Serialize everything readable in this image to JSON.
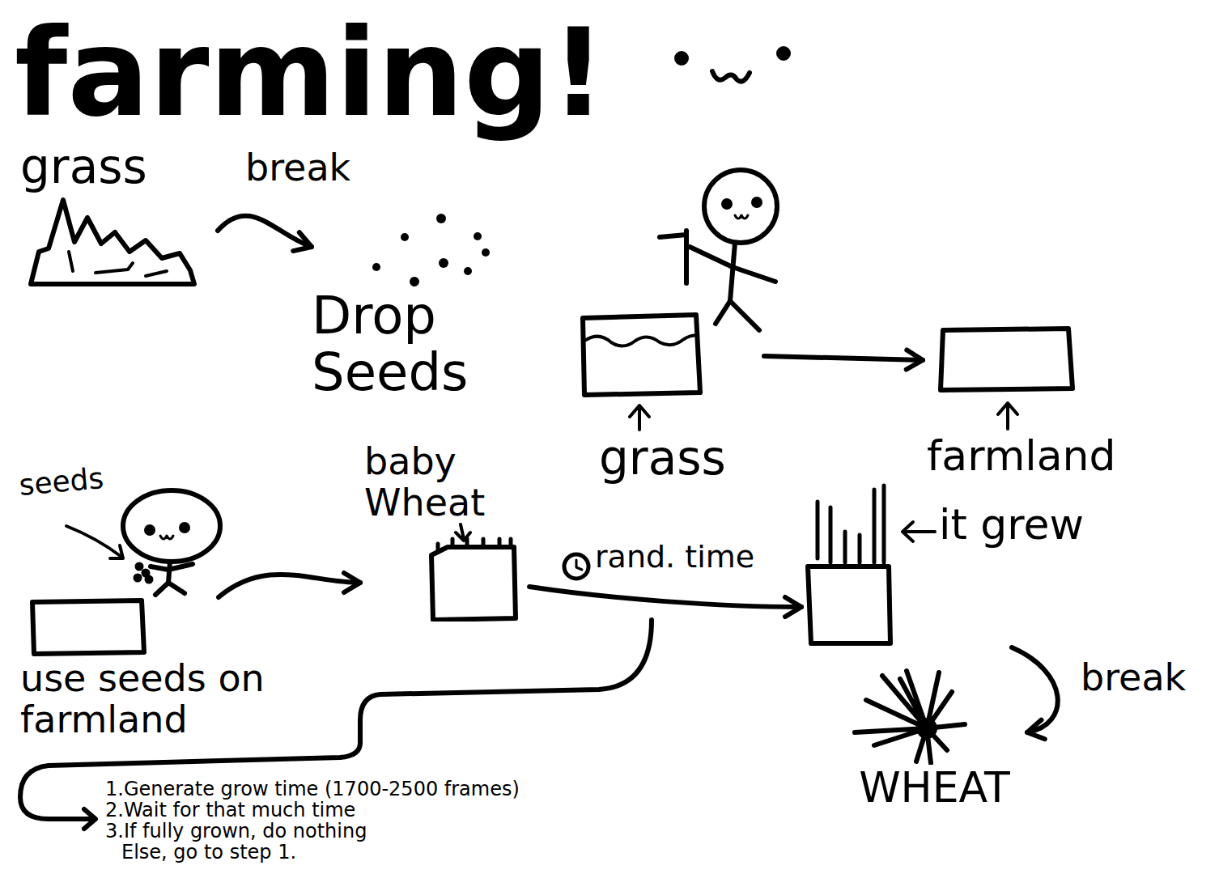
{
  "diagram": {
    "title": "farming!",
    "nodes": [
      {
        "text": [
          "grass"
        ]
      },
      {
        "text": [
          "Drop Seeds"
        ]
      },
      {
        "text": [
          "grass"
        ]
      },
      {
        "text": [
          "farmland"
        ]
      },
      {
        "text": [
          "use seeds on farmland"
        ]
      },
      {
        "text": [
          "baby Wheat"
        ]
      },
      {
        "text": [
          "it grew"
        ]
      },
      {
        "text": [
          "WHEAT"
        ]
      }
    ],
    "edges": [
      {
        "from": 0,
        "to": 1,
        "arrow": "to",
        "label": "break"
      },
      {
        "from": 2,
        "to": 3,
        "arrow": "to"
      },
      {
        "from": 4,
        "to": 5,
        "arrow": "to"
      },
      {
        "from": 5,
        "to": 6,
        "arrow": "to",
        "label": "rand. time"
      },
      {
        "from": 6,
        "to": 7,
        "arrow": "to",
        "label": "break"
      }
    ],
    "labels": [
      "seeds",
      "1.Generate grow time (1700-2500 frames)",
      "2.Wait for that much time",
      "3.If fully grown, do nothing",
      "Else, go to step 1."
    ]
  }
}
